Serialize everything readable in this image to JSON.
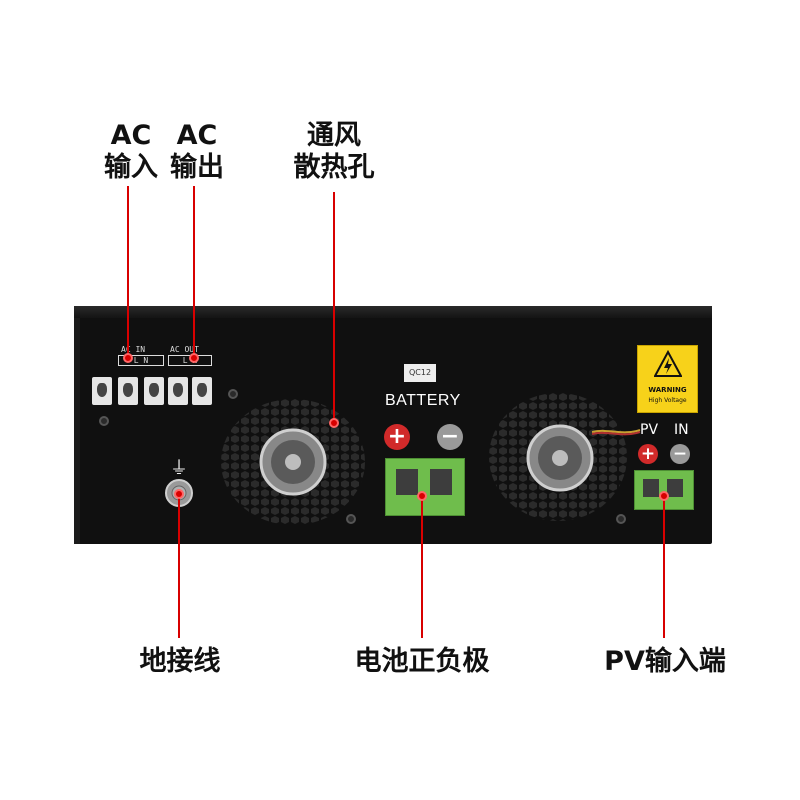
{
  "callouts": {
    "ac_in": {
      "line1": "AC",
      "line2": "输入"
    },
    "ac_out": {
      "line1": "AC",
      "line2": "输出"
    },
    "vent": {
      "line1": "通风",
      "line2": "散热孔"
    },
    "ground": "地接线",
    "battery": "电池正负极",
    "pv": "PV输入端"
  },
  "device": {
    "ac_in_label": "AC IN",
    "ac_in_terms": "L N",
    "ac_out_label": "AC OUT",
    "ac_out_terms": "L N",
    "qc_label": "QC12",
    "battery_label": "BATTERY",
    "plus_symbol": "+",
    "minus_symbol": "−",
    "pv_label": "PV",
    "in_label": "IN",
    "warning_title": "WARNING",
    "warning_subtitle": "High Voltage",
    "ground_symbol": "⏚"
  },
  "colors": {
    "callout_line": "#d80000",
    "device_body": "#101010",
    "warning_yellow": "#f7d21a",
    "terminal_green": "#6fbd4c",
    "plus_red": "#d12a2a",
    "minus_gray": "#9a9a9a"
  }
}
